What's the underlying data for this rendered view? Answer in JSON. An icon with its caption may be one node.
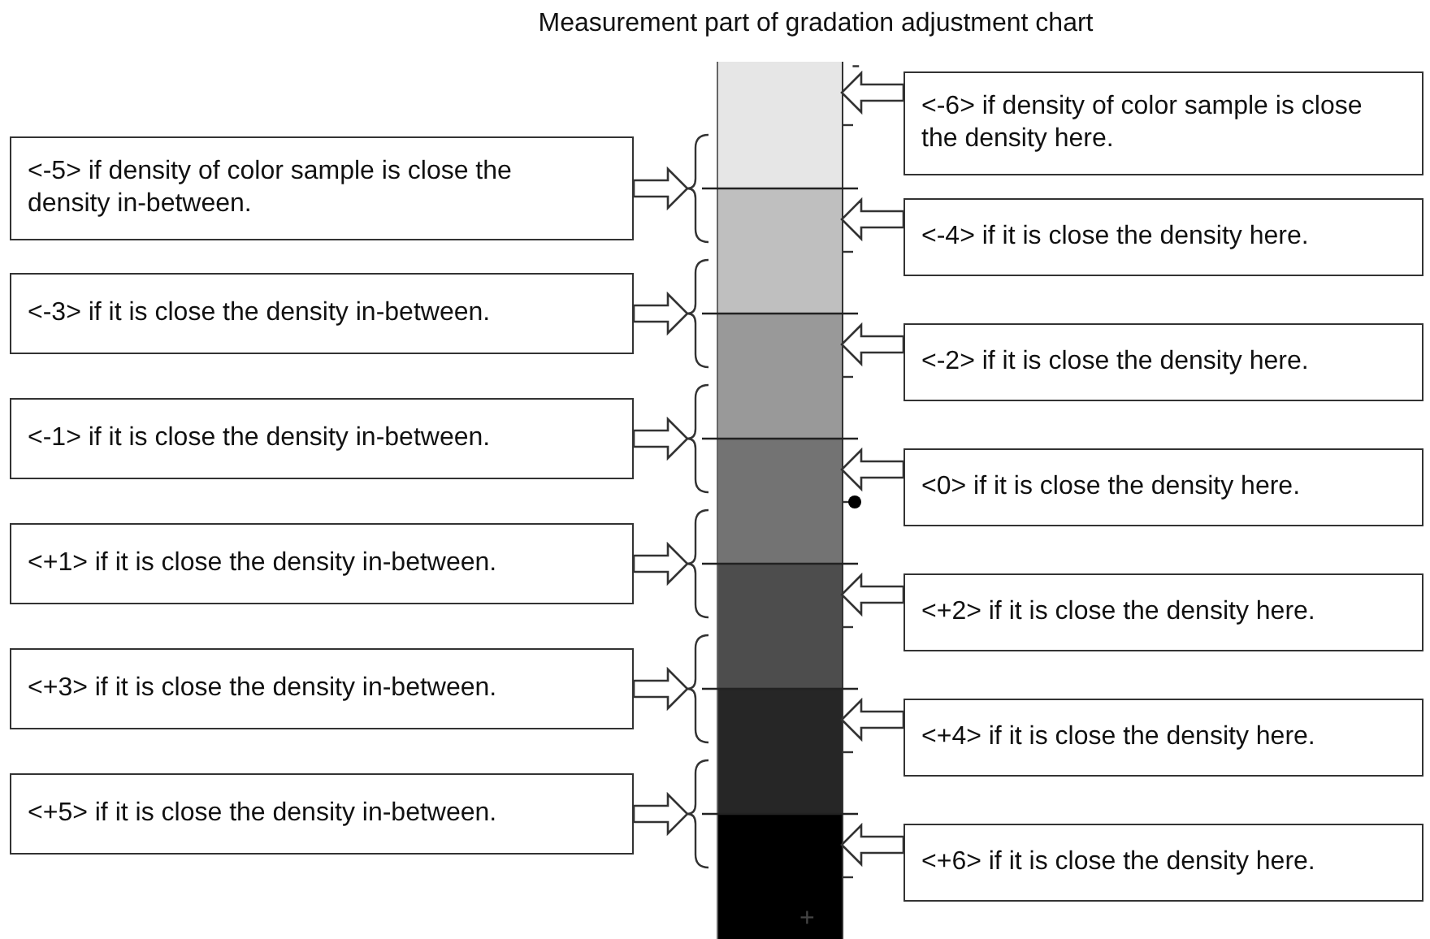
{
  "diagram": {
    "title": "Measurement part of gradation adjustment chart",
    "nodes": [
      {
        "text": [],
        "shape": "bar"
      },
      {
        "text": [],
        "shape": "bar"
      },
      {
        "text": [],
        "shape": "bar"
      },
      {
        "text": [],
        "shape": "bar"
      },
      {
        "text": [],
        "shape": "bar"
      },
      {
        "text": [],
        "shape": "bar"
      },
      {
        "text": [],
        "shape": "bar"
      },
      {
        "text": [
          "<-6> if density of color sample is close the density here."
        ]
      },
      {
        "text": [
          "<-5> if density of color sample is close the density in-between."
        ]
      },
      {
        "text": [
          "<-4> if it is close the density here."
        ]
      },
      {
        "text": [
          "<-3> if it is close the density in-between."
        ]
      },
      {
        "text": [
          "<-2> if it is close the density here."
        ]
      },
      {
        "text": [
          "<-1> if it is close the density in-between."
        ]
      },
      {
        "text": [
          "<0> if it is close the density here."
        ]
      },
      {
        "text": [
          "<+1> if it is close the density in-between."
        ]
      },
      {
        "text": [
          "<+2> if it is close the density here."
        ]
      },
      {
        "text": [
          "<+3> if it is close the density in-between."
        ]
      },
      {
        "text": [
          "<+4> if it is close the density here."
        ]
      },
      {
        "text": [
          "<+5> if it is close the density in-between."
        ]
      },
      {
        "text": [
          "<+6> if it is close the density here."
        ]
      }
    ],
    "edges": [
      {
        "from": 7,
        "to": 0,
        "arrow": "to"
      },
      {
        "from": 8,
        "to": null,
        "arrow": "to"
      },
      {
        "from": 9,
        "to": 1,
        "arrow": "to"
      },
      {
        "from": 10,
        "to": null,
        "arrow": "to"
      },
      {
        "from": 11,
        "to": 2,
        "arrow": "to"
      },
      {
        "from": 12,
        "to": null,
        "arrow": "to"
      },
      {
        "from": 13,
        "to": 3,
        "arrow": "to"
      },
      {
        "from": 14,
        "to": null,
        "arrow": "to"
      },
      {
        "from": 15,
        "to": 4,
        "arrow": "to"
      },
      {
        "from": 16,
        "to": null,
        "arrow": "to"
      },
      {
        "from": 17,
        "to": 5,
        "arrow": "to"
      },
      {
        "from": 18,
        "to": null,
        "arrow": "to"
      },
      {
        "from": 19,
        "to": 6,
        "arrow": "to"
      }
    ],
    "labels": [
      "-",
      "+"
    ]
  }
}
